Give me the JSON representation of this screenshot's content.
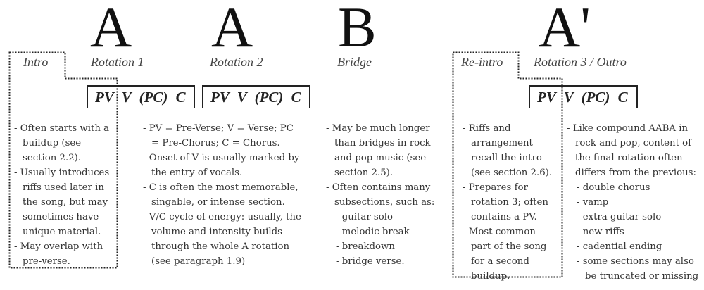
{
  "form_letters": [
    "A",
    "A",
    "B",
    "A'"
  ],
  "sections": {
    "intro": "Intro",
    "rot1": "Rotation 1",
    "rot2": "Rotation 2",
    "bridge": "Bridge",
    "reintro": "Re-intro",
    "rot3": "Rotation 3 / Outro"
  },
  "rotation_label": "PV V (PC) C",
  "intro_notes": [
    "- Often starts with a buildup (see section 2.2).",
    "- Usually introduces riffs used later in the song, but may sometimes have unique material.",
    "- May overlap with pre-verse."
  ],
  "rotation_notes": [
    "- PV = Pre-Verse; V = Verse; PC = Pre-Chorus; C = Chorus.",
    "- Onset of V is usually marked by the entry of vocals.",
    "- C is often the most memorable, singable, or intense section.",
    "- V/C cycle of energy: usually, the volume and intensity builds through the whole A rotation (see paragraph 1.9)"
  ],
  "bridge_notes": {
    "items": [
      "- May be much longer than bridges in rock and pop music (see section 2.5).",
      "- Often contains many subsections, such as:"
    ],
    "sub": [
      "- guitar solo",
      "- melodic break",
      "- breakdown",
      "- bridge verse."
    ]
  },
  "reintro_notes": [
    "- Riffs and arrangement recall the intro (see section 2.6).",
    "- Prepares for rotation 3; often contains a PV.",
    "- Most common part of the song for a second buildup."
  ],
  "outro_notes": {
    "items": [
      "- Like compound AABA in rock and pop, content of the final rotation often differs from the previous:"
    ],
    "sub": [
      "- double chorus",
      "- vamp",
      "- extra guitar solo",
      "- new riffs",
      "- cadential ending",
      "- some sections may also be truncated or missing"
    ]
  }
}
